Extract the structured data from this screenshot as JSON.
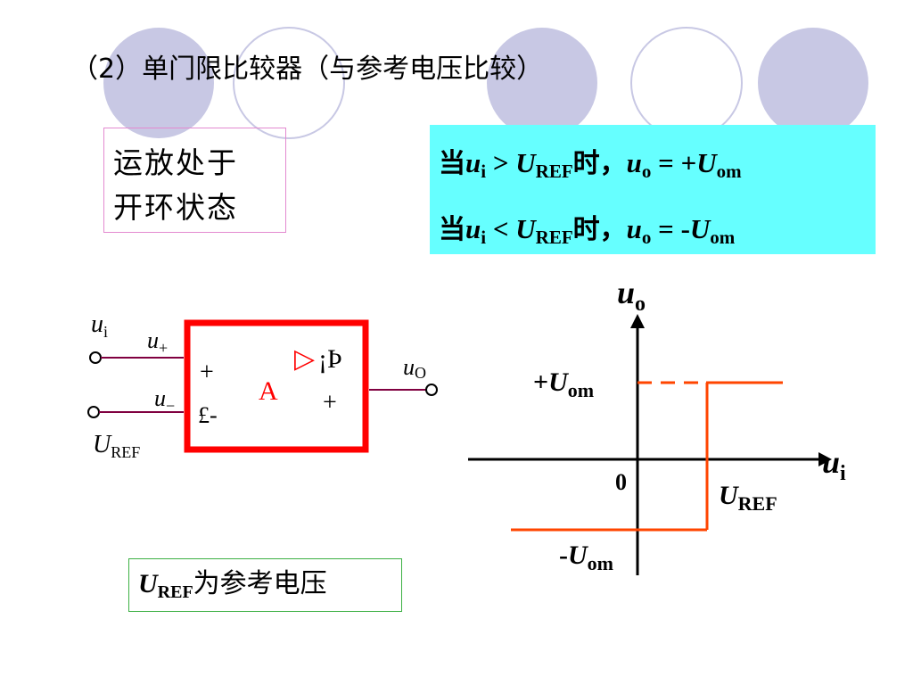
{
  "slide": {
    "title": "（2）单门限比较器（与参考电压比较）"
  },
  "status_box": {
    "line1": "运放处于",
    "line2": "开环状态"
  },
  "conditions": {
    "line1": {
      "prefix": "当",
      "u": "u",
      "i_sub": "i",
      "op": " > ",
      "U": "U",
      "ref_sub": "REF",
      "mid": "时，",
      "uo": "u",
      "o_sub": "o",
      "eq": " = +",
      "Uom": "U",
      "om_sub": "om"
    },
    "line2": {
      "prefix": "当",
      "u": "u",
      "i_sub": "i",
      "op": " < ",
      "U": "U",
      "ref_sub": "REF",
      "mid": "时，",
      "uo": "u",
      "o_sub": "o",
      "eq": " = -",
      "Uom": "U",
      "om_sub": "om"
    }
  },
  "circuit": {
    "ui_label": "u",
    "ui_sub": "i",
    "uplus_label": "u",
    "uplus_sub": "+",
    "uminus_label": "u",
    "uminus_sub": "−",
    "uref_label": "U",
    "uref_sub": "REF",
    "uo_label": "u",
    "uo_sub": "O",
    "plus_in": "+",
    "minus_in": "£-",
    "amp_letter": "A",
    "triangle": "▷",
    "infinity_garbled": "¡Þ",
    "plus_out": "+",
    "colors": {
      "box": "#ff0000",
      "wire": "#800040",
      "amp_text": "#ff0000"
    }
  },
  "transfer_curve": {
    "y_axis_label": "u",
    "y_axis_sub": "o",
    "x_axis_label": "u",
    "x_axis_sub": "i",
    "origin_label": "0",
    "pos_level_prefix": "+",
    "pos_level_U": "U",
    "pos_level_sub": "om",
    "neg_level_prefix": "-",
    "neg_level_U": "U",
    "neg_level_sub": "om",
    "threshold_U": "U",
    "threshold_sub": "REF",
    "colors": {
      "curve": "#ff4500",
      "axes": "#000000"
    }
  },
  "note": {
    "symbol": "U",
    "sub": "REF",
    "text": "为参考电压"
  },
  "decor_colors": {
    "filled": "#c8c8e4",
    "ring": "#c8c8e4"
  }
}
